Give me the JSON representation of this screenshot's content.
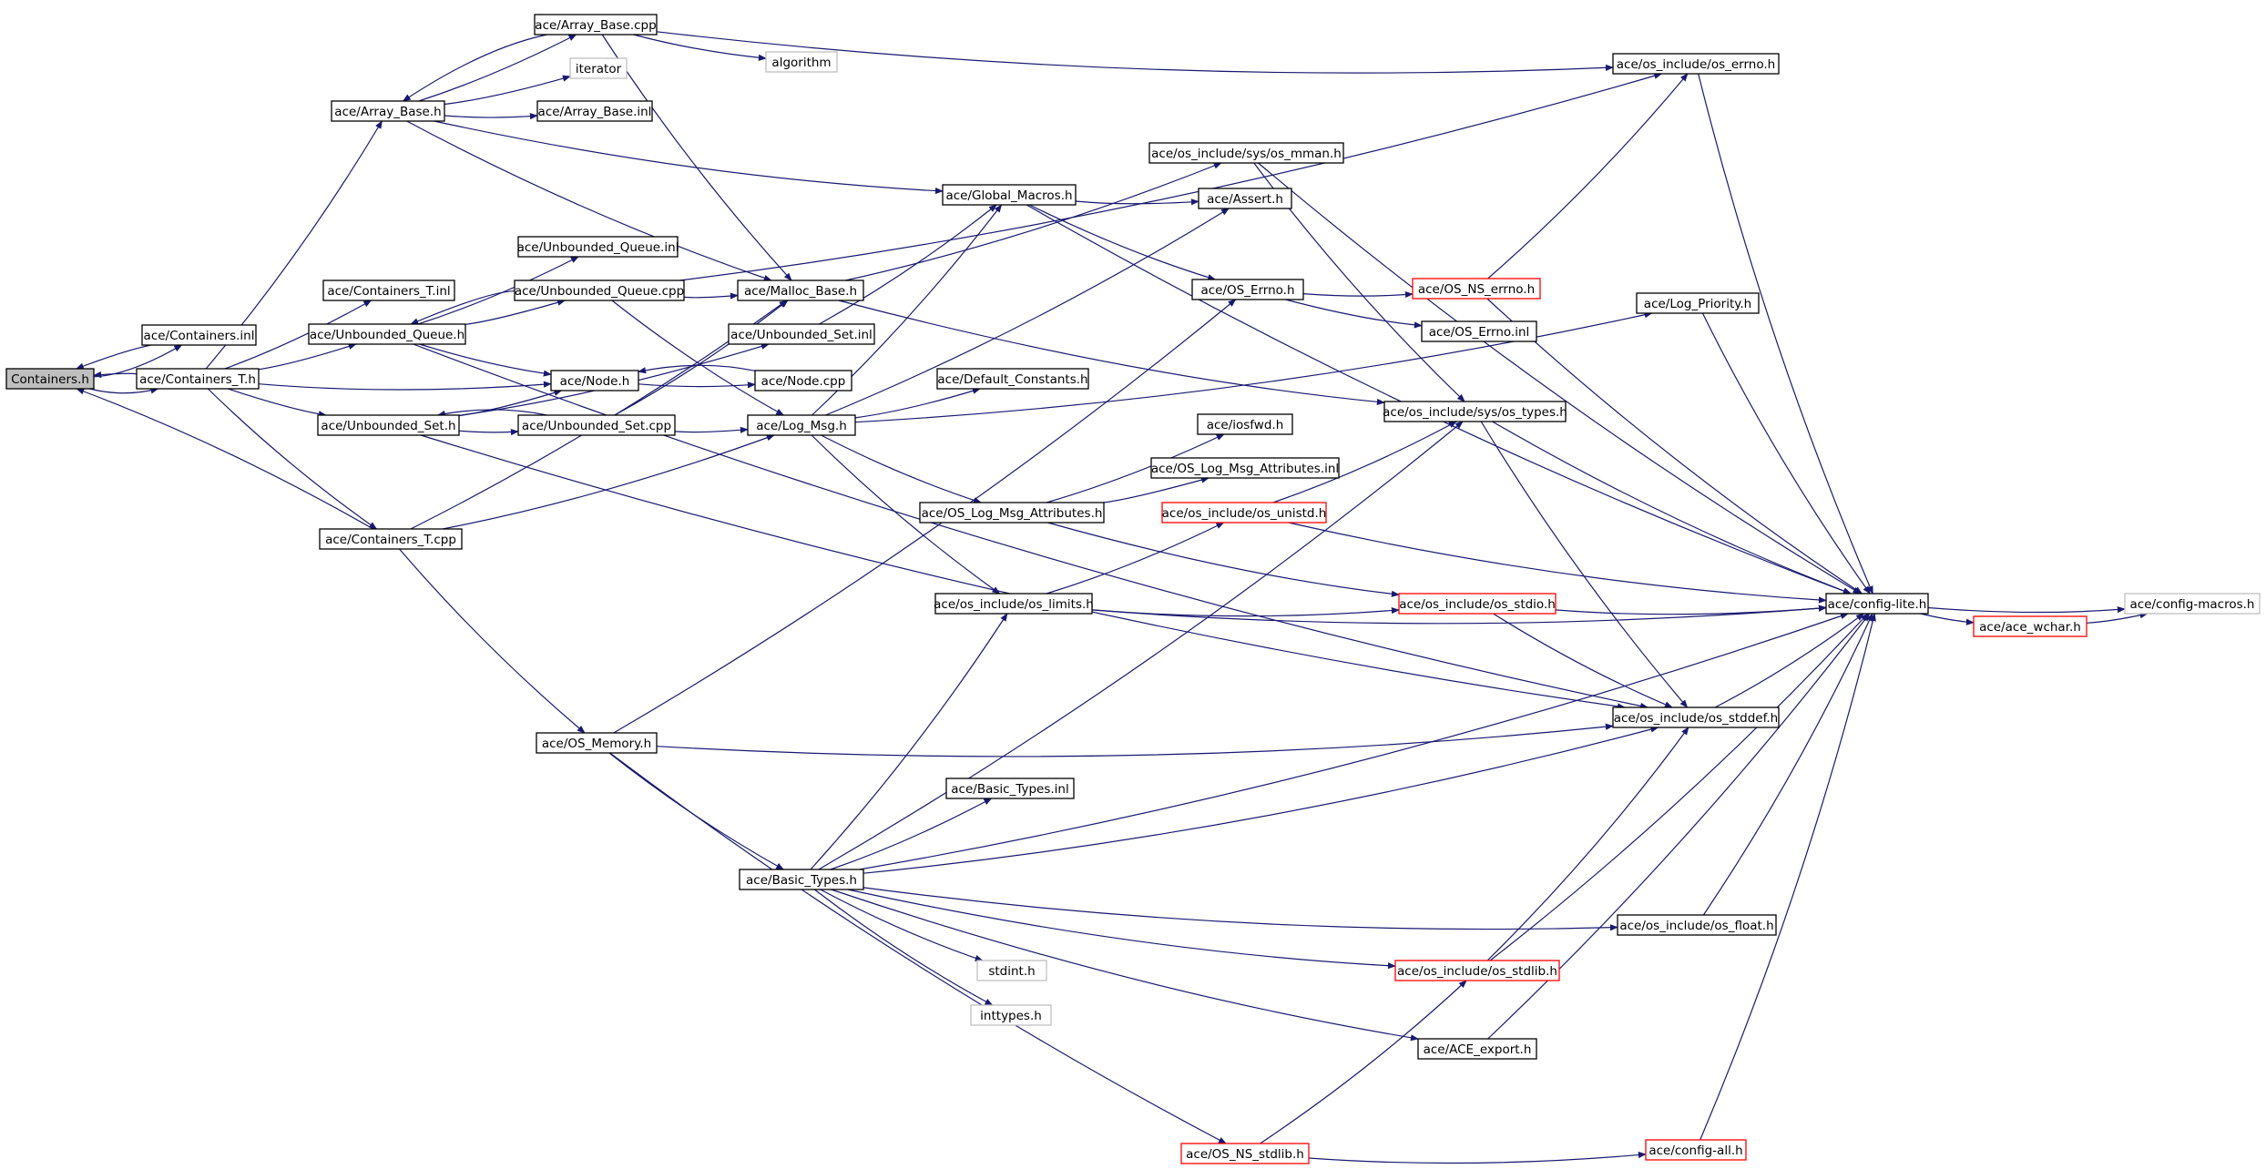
{
  "colors": {
    "edge": "#191970",
    "border_normal": "#000000",
    "border_truncated": "#ff0000",
    "border_system": "#bfbfbf",
    "fill_root": "#bfbfbf",
    "fill_default": "#ffffff"
  },
  "nodes": {
    "containers_h": "Containers.h",
    "containers_inl": "ace/Containers.inl",
    "containers_t_h": "ace/Containers_T.h",
    "array_base_cpp": "ace/Array_Base.cpp",
    "array_base_h": "ace/Array_Base.h",
    "iterator": "iterator",
    "algorithm": "algorithm",
    "array_base_inl": "ace/Array_Base.inl",
    "containers_t_inl": "ace/Containers_T.inl",
    "unbounded_queue_inl": "ace/Unbounded_Queue.inl",
    "unbounded_queue_cpp": "ace/Unbounded_Queue.cpp",
    "unbounded_queue_h": "ace/Unbounded_Queue.h",
    "malloc_base_h": "ace/Malloc_Base.h",
    "unbounded_set_inl": "ace/Unbounded_Set.inl",
    "node_h": "ace/Node.h",
    "node_cpp": "ace/Node.cpp",
    "unbounded_set_h": "ace/Unbounded_Set.h",
    "unbounded_set_cpp": "ace/Unbounded_Set.cpp",
    "log_msg_h": "ace/Log_Msg.h",
    "containers_t_cpp": "ace/Containers_T.cpp",
    "os_memory_h": "ace/OS_Memory.h",
    "basic_types_h": "ace/Basic_Types.h",
    "basic_types_inl": "ace/Basic_Types.inl",
    "stdint_h": "stdint.h",
    "inttypes_h": "inttypes.h",
    "global_macros_h": "ace/Global_Macros.h",
    "assert_h": "ace/Assert.h",
    "os_mman_h": "ace/os_include/sys/os_mman.h",
    "os_errno_h": "ace/os_include/os_errno.h",
    "os_errno_h2": "ace/OS_Errno.h",
    "os_ns_errno_h": "ace/OS_NS_errno.h",
    "os_errno_inl": "ace/OS_Errno.inl",
    "log_priority_h": "ace/Log_Priority.h",
    "default_constants_h": "ace/Default_Constants.h",
    "os_types_h": "ace/os_include/sys/os_types.h",
    "iosfwd_h": "ace/iosfwd.h",
    "log_msg_attr_inl": "ace/OS_Log_Msg_Attributes.inl",
    "log_msg_attr_h": "ace/OS_Log_Msg_Attributes.h",
    "os_unistd_h": "ace/os_include/os_unistd.h",
    "os_limits_h": "ace/os_include/os_limits.h",
    "os_stdio_h": "ace/os_include/os_stdio.h",
    "config_lite_h": "ace/config-lite.h",
    "config_macros_h": "ace/config-macros.h",
    "ace_wchar_h": "ace/ace_wchar.h",
    "os_stddef_h": "ace/os_include/os_stddef.h",
    "os_float_h": "ace/os_include/os_float.h",
    "os_stdlib_h": "ace/os_include/os_stdlib.h",
    "ace_export_h": "ace/ACE_export.h",
    "os_ns_stdlib_h": "ace/OS_NS_stdlib.h",
    "config_all_h": "ace/config-all.h"
  }
}
